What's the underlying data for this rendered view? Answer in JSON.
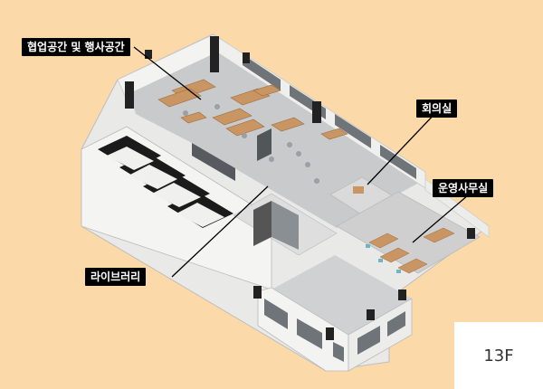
{
  "labels": {
    "coworking": "협업공간 및 행사공간",
    "meeting_room": "회의실",
    "operations_office": "운영사무실",
    "library": "라이브러리"
  },
  "floor": "13F",
  "colors": {
    "background": "#fbd9a9",
    "label_bg": "#000000",
    "label_text": "#ffffff",
    "wall": "#f5f5f3",
    "floor_gray": "#c9cacb",
    "wood": "#c99563"
  }
}
